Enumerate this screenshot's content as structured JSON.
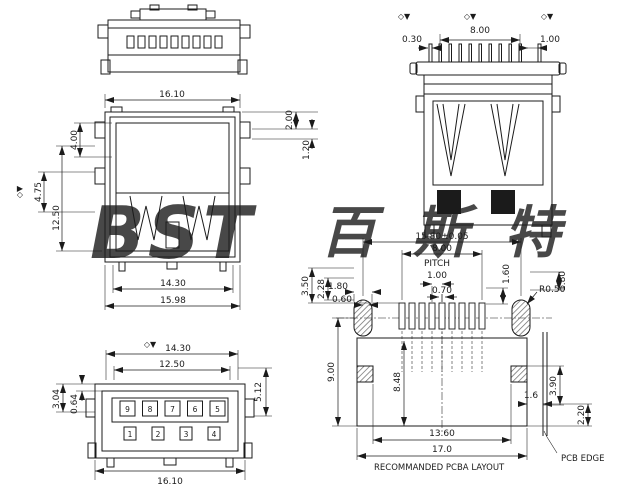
{
  "meta": {
    "ink_color": "#1b1b1b",
    "watermark_color": "#b9d0e2",
    "background": "#ffffff"
  },
  "watermark": {
    "latin": "BST",
    "cjk": "百斯特"
  },
  "symbols": {
    "datum": "◇▼"
  },
  "front_view": {
    "dim_top_width": "16.10",
    "dim_right_upper": "2.00",
    "dim_right_lower": "1.20",
    "dim_left_depth": "4.00",
    "dim_left_outer": "4.75",
    "dim_left_height": "12.50",
    "dim_bottom_inner": "14.30",
    "dim_bottom_outer": "15.98"
  },
  "side_view": {
    "dim_pin_width": "0.30",
    "dim_pin_span": "8.00",
    "dim_pin_end": "1.00"
  },
  "pcba": {
    "dim_total_width": "15.80±0.05",
    "dim_pad_span": "8.00",
    "pitch_label": "PITCH",
    "dim_pitch": "1.00",
    "dim_pad_width": "0.70",
    "dim_stadium_width": "1.80",
    "dim_offset_a": "2.28",
    "dim_offset_b": "3.50",
    "dim_offset_c": "0.60",
    "dim_pad_length": "1.60",
    "dim_radius": "R0.50",
    "dim_right_offset": "1.80",
    "dim_depth_outer": "9.00",
    "dim_depth_inner": "8.48",
    "dim_edge_gap": "1.6",
    "dim_edge_upper": "3.90",
    "dim_edge_lower": "2.20",
    "dim_bottom_inner": "13.60",
    "dim_bottom_outer": "17.0",
    "title": "RECOMMANDED PCBA LAYOUT",
    "pcb_edge_label": "PCB EDGE"
  },
  "pin_view": {
    "dim_top_inner": "14.30",
    "dim_top_tongue": "12.50",
    "dim_left_outer": "3.04",
    "dim_left_inner": "0.64",
    "dim_right": "5.12",
    "dim_bottom_width": "16.10",
    "pins_top": [
      "9",
      "8",
      "7",
      "6",
      "5"
    ],
    "pins_bottom": [
      "1",
      "2",
      "3",
      "4"
    ]
  }
}
